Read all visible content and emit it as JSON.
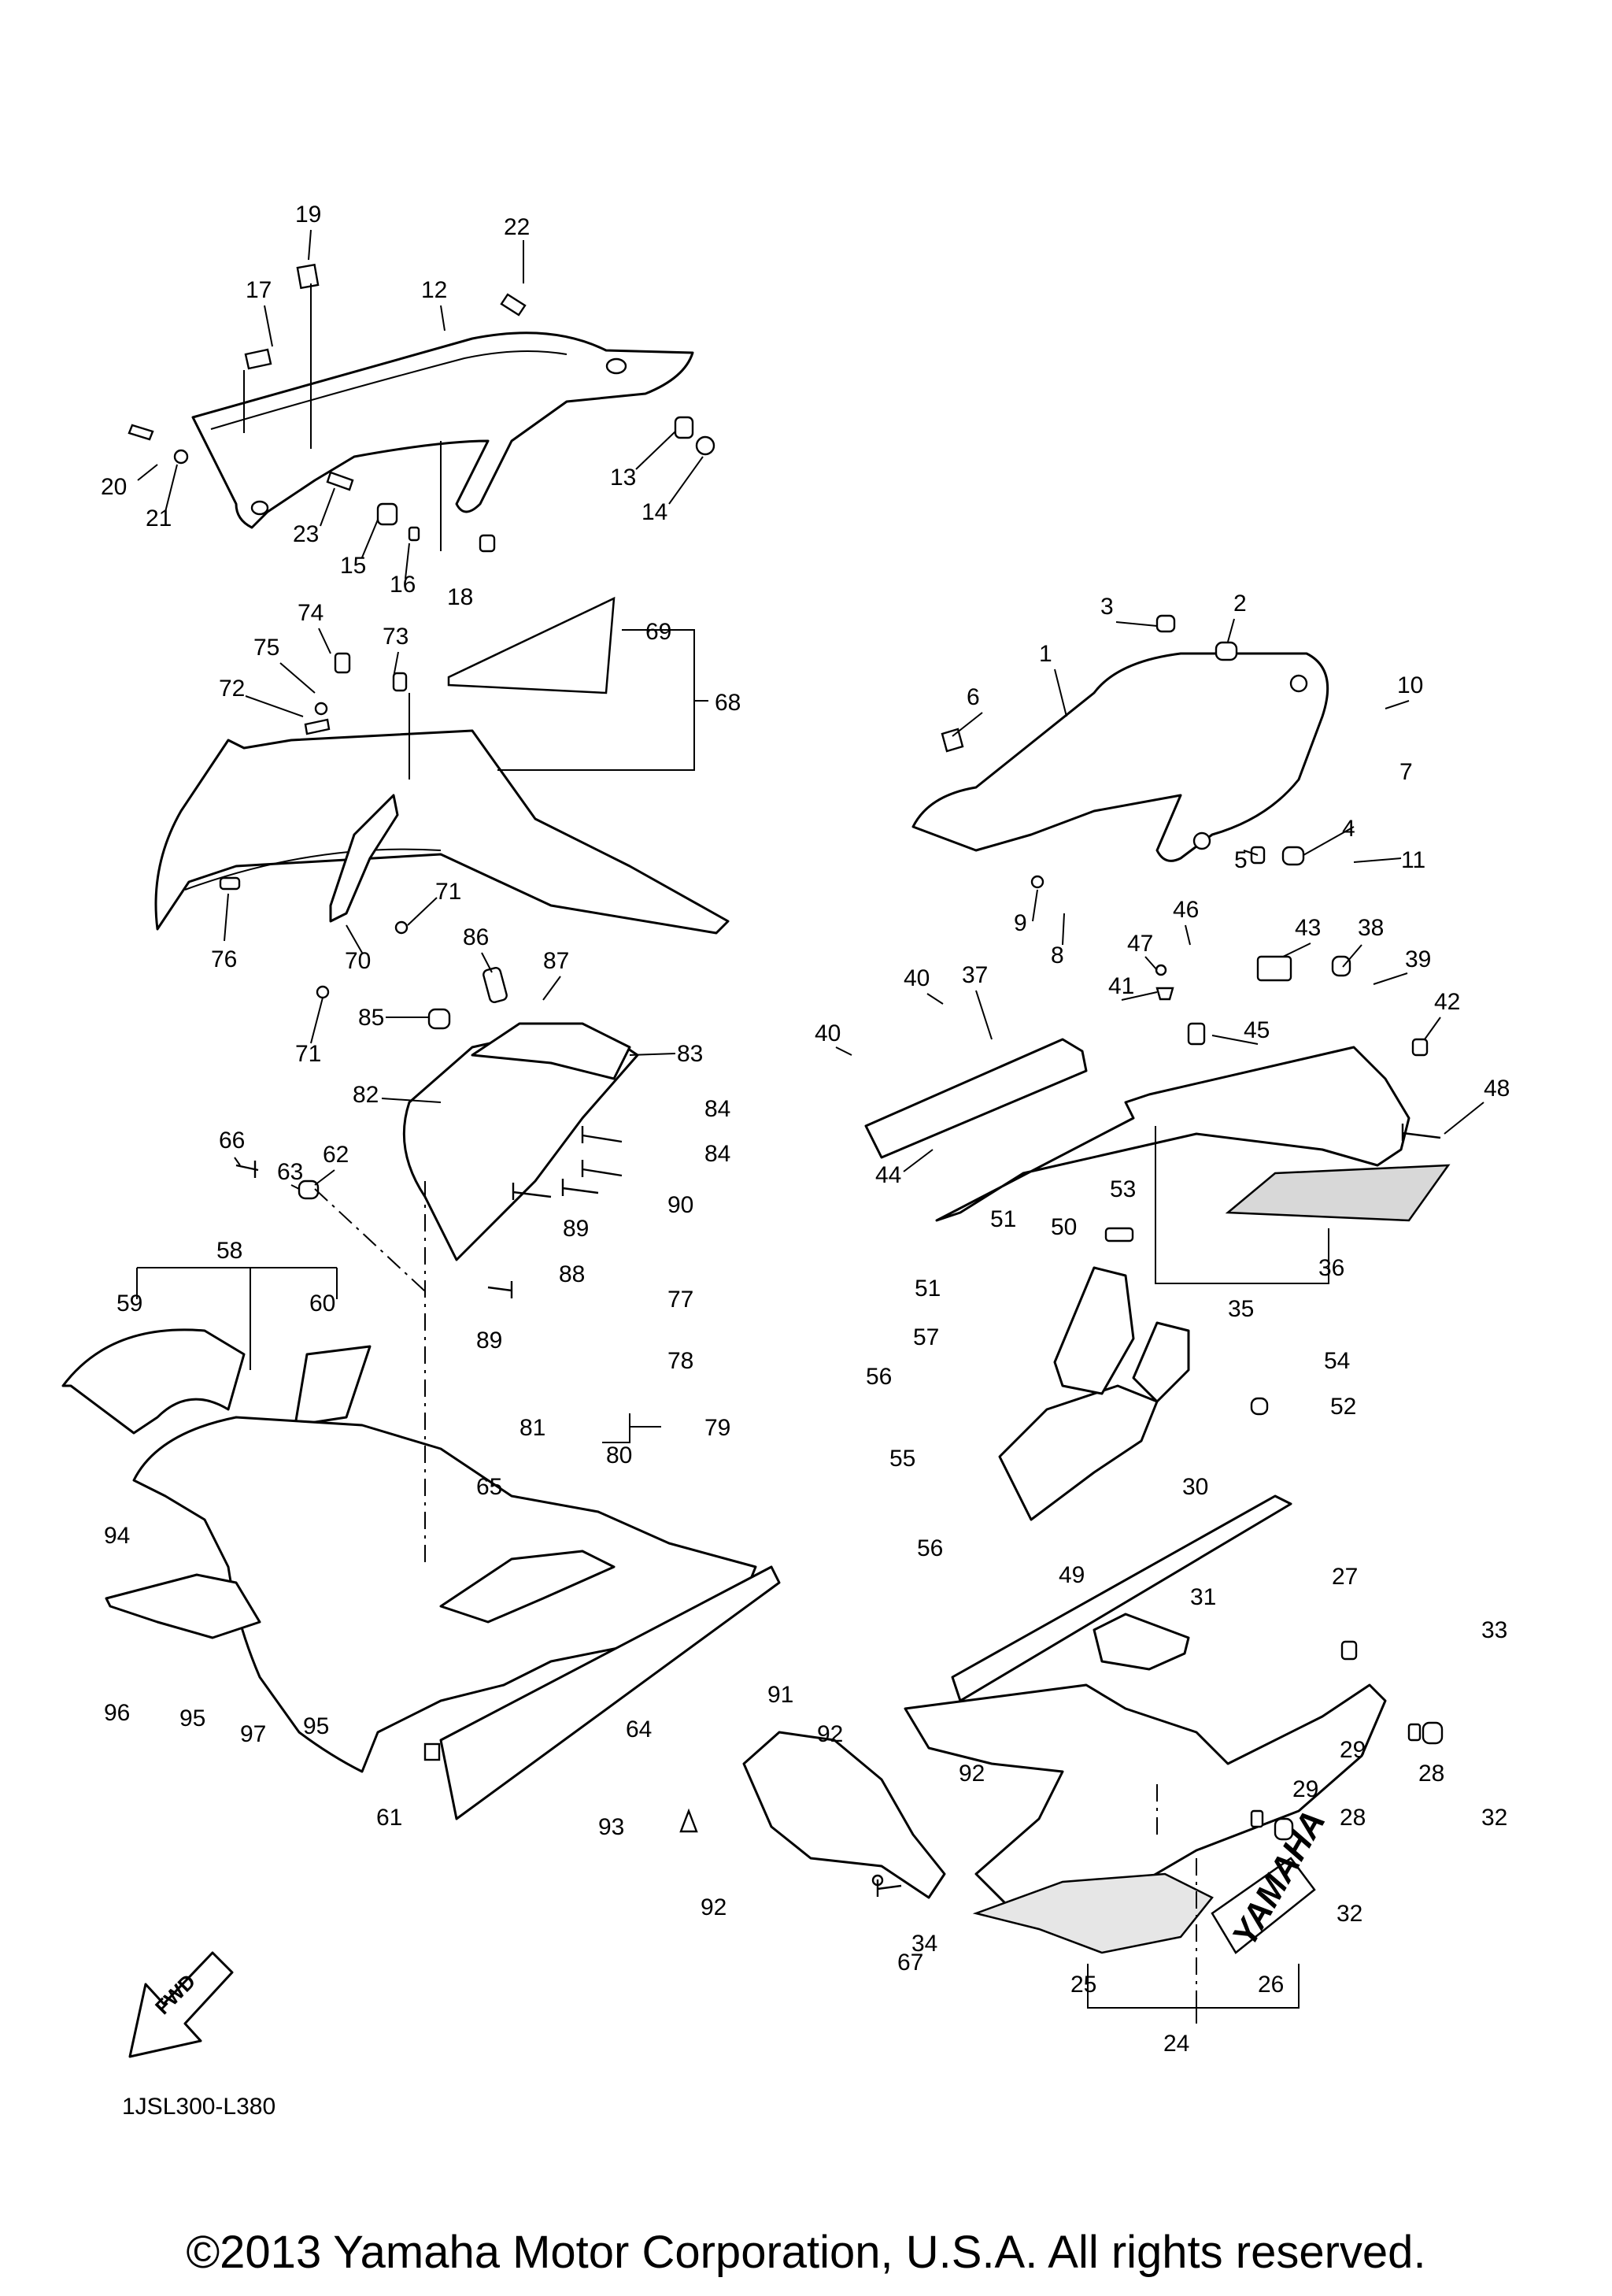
{
  "diagram": {
    "reference_code": "1JSL300-L380",
    "copyright": "©2013 Yamaha Motor Corporation, U.S.A. All rights reserved.",
    "fwd_label": "FWD",
    "decal_text": "YAMAHA",
    "callouts": {
      "c1": "1",
      "c2": "2",
      "c3": "3",
      "c4": "4",
      "c5": "5",
      "c6": "6",
      "c7": "7",
      "c8": "8",
      "c9": "9",
      "c10": "10",
      "c11": "11",
      "c12": "12",
      "c13": "13",
      "c14": "14",
      "c15": "15",
      "c16": "16",
      "c17": "17",
      "c18": "18",
      "c19": "19",
      "c20": "20",
      "c21": "21",
      "c22": "22",
      "c23": "23",
      "c24": "24",
      "c25": "25",
      "c26": "26",
      "c27": "27",
      "c28": "28",
      "c29a": "29",
      "c29b": "29",
      "c30": "30",
      "c31": "31",
      "c32a": "32",
      "c32b": "32",
      "c33": "33",
      "c34": "34",
      "c35": "35",
      "c36": "36",
      "c37": "37",
      "c38": "38",
      "c39": "39",
      "c40a": "40",
      "c40b": "40",
      "c41": "41",
      "c42": "42",
      "c43": "43",
      "c44": "44",
      "c45": "45",
      "c46": "46",
      "c47": "47",
      "c48": "48",
      "c49": "49",
      "c50": "50",
      "c51a": "51",
      "c51b": "51",
      "c52": "52",
      "c53": "53",
      "c54": "54",
      "c55": "55",
      "c56a": "56",
      "c56b": "56",
      "c57": "57",
      "c58": "58",
      "c59": "59",
      "c60": "60",
      "c61": "61",
      "c62": "62",
      "c63": "63",
      "c64": "64",
      "c65": "65",
      "c66": "66",
      "c67": "67",
      "c68": "68",
      "c69": "69",
      "c70": "70",
      "c71a": "71",
      "c71b": "71",
      "c72": "72",
      "c73": "73",
      "c74": "74",
      "c75": "75",
      "c76": "76",
      "c77": "77",
      "c78": "78",
      "c79": "79",
      "c80": "80",
      "c81": "81",
      "c82": "82",
      "c83": "83",
      "c84a": "84",
      "c84b": "84",
      "c85": "85",
      "c86": "86",
      "c87": "87",
      "c88": "88",
      "c89a": "89",
      "c89b": "89",
      "c90": "90",
      "c91": "91",
      "c92a": "92",
      "c92b": "92",
      "c92c": "92",
      "c93": "93",
      "c94": "94",
      "c95a": "95",
      "c95b": "95",
      "c96": "96",
      "c97": "97"
    }
  }
}
